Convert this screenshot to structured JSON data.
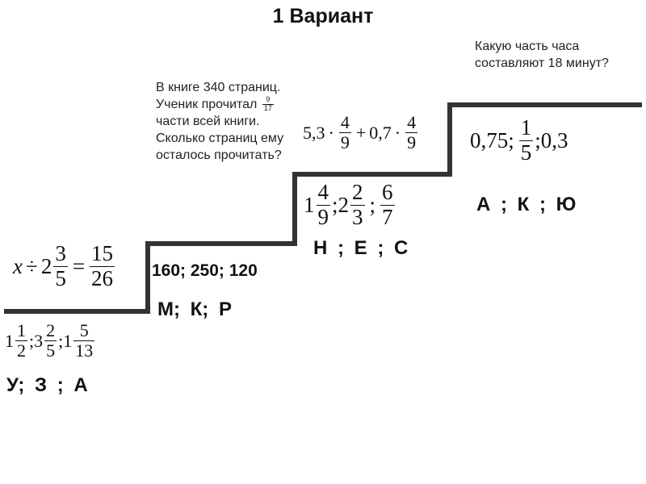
{
  "title": "1 Вариант",
  "step1": {
    "equation": {
      "var": "x",
      "div": "÷",
      "whole": "2",
      "num": "3",
      "den": "5",
      "eq": "=",
      "rhs_num": "15",
      "rhs_den": "26"
    },
    "options": [
      {
        "whole": "1",
        "num": "1",
        "den": "2"
      },
      {
        "whole": "3",
        "num": "2",
        "den": "5"
      },
      {
        "whole": "1",
        "num": "5",
        "den": "13"
      }
    ],
    "separator": ";",
    "letters": "У;   З ;  А"
  },
  "step2": {
    "problem_before": "В книге 340 страниц. Ученик прочитал",
    "frac_num": "9",
    "frac_den": "17",
    "problem_after": "части всей книги. Сколько страниц ему осталось прочитать?",
    "answers": "160; 250; 120",
    "letters": "М;   К;    Р"
  },
  "step3": {
    "expression": {
      "a": "5,3",
      "dot": "·",
      "n1": "4",
      "d1": "9",
      "plus": "+",
      "b": "0,7",
      "n2": "4",
      "d2": "9"
    },
    "options": [
      {
        "whole": "1",
        "num": "4",
        "den": "9"
      },
      {
        "whole": "2",
        "num": "2",
        "den": "3"
      },
      {
        "whole": "",
        "num": "6",
        "den": "7"
      }
    ],
    "separator": ";",
    "letters": "Н ;   Е  ;  С"
  },
  "step4": {
    "question": "Какую часть часа составляют 18 минут?",
    "opt1": "0,75;",
    "opt2_num": "1",
    "opt2_den": "5",
    "opt3": ";0,3",
    "letters": "А ;   К ; Ю"
  },
  "colors": {
    "stair_line": "#333333",
    "text": "#111111"
  }
}
